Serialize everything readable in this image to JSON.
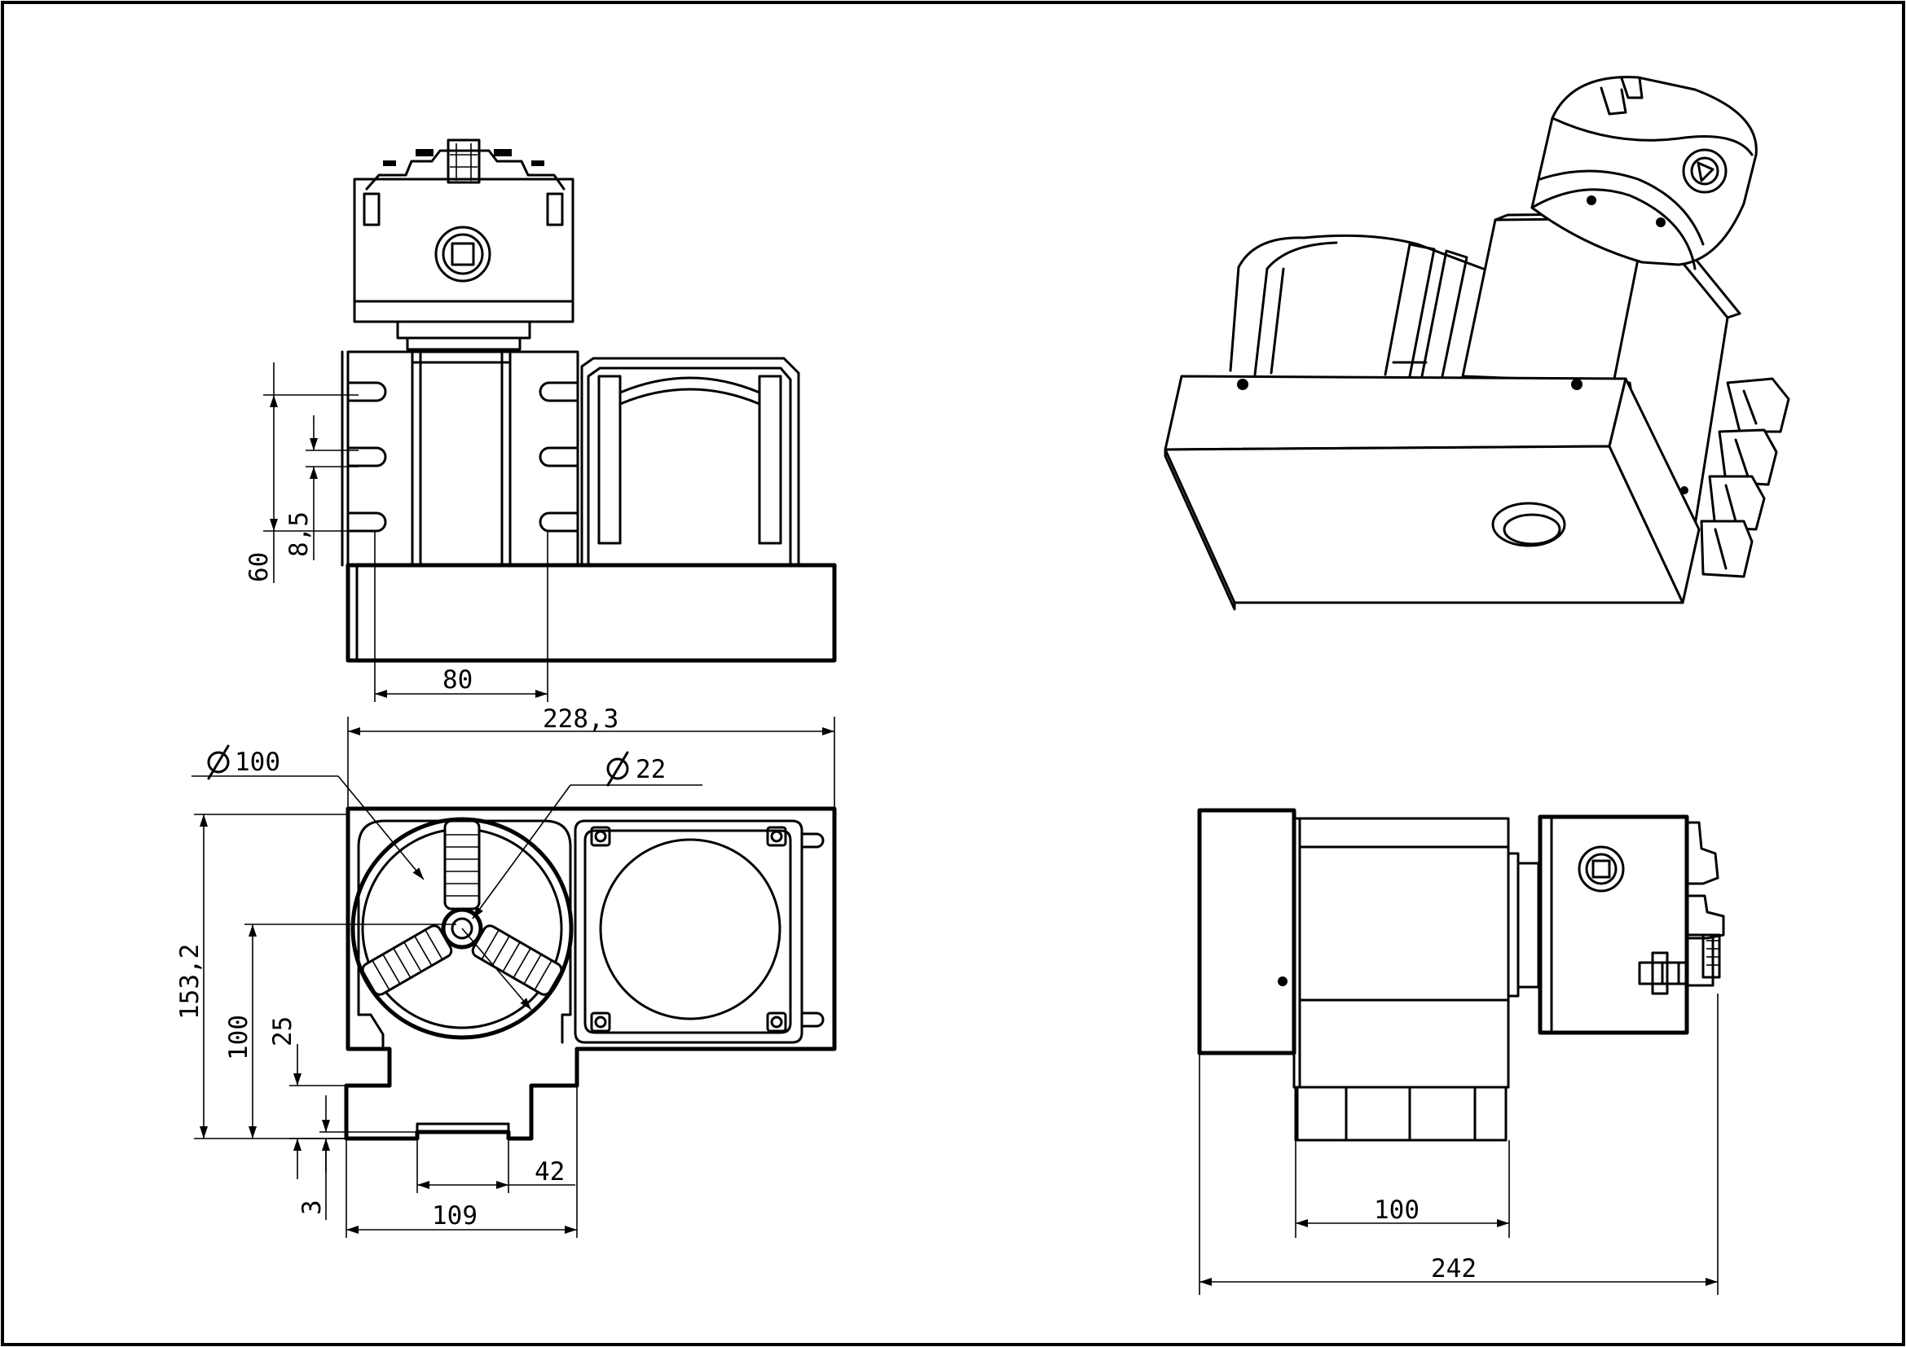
{
  "dimensions": {
    "front_width": "80",
    "front_height_total": "60",
    "front_slot": "8,5",
    "overall_width": "228,3",
    "chuck_diameter": "100",
    "bore_diameter": "22",
    "overall_height": "153,2",
    "center_height": "100",
    "foot_height": "25",
    "foot_gap": "3",
    "foot_width": "109",
    "slot_width": "42",
    "motor_length": "100",
    "overall_length": "242"
  }
}
